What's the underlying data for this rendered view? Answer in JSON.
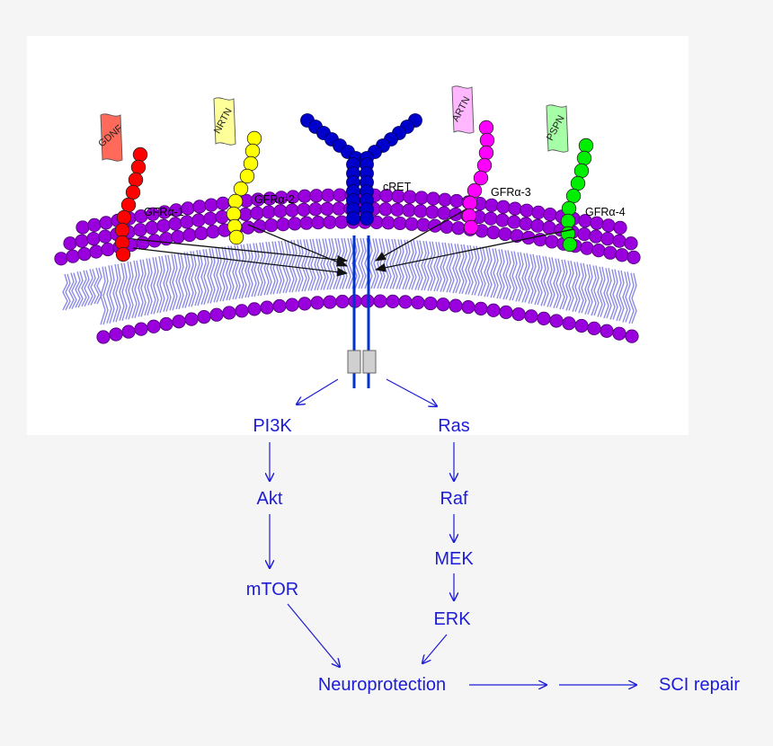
{
  "ligands": [
    {
      "name": "GDNF",
      "color": "#ff6a5a",
      "receptor": "GFRα-1",
      "bead_color": "#ff0000"
    },
    {
      "name": "NRTN",
      "color": "#ffff99",
      "receptor": "GFRα-2",
      "bead_color": "#ffff00"
    },
    {
      "name": "ARTN",
      "color": "#ffb7ff",
      "receptor": "GFRα-3",
      "bead_color": "#ff00ff"
    },
    {
      "name": "PSPN",
      "color": "#a6ffa6",
      "receptor": "GFRα-4",
      "bead_color": "#00ee00"
    }
  ],
  "cret": {
    "label": "cRET",
    "color": "#0000cc"
  },
  "membrane": {
    "head_color": "#9900dd",
    "tail_color": "#8c8ce6"
  },
  "pathway": {
    "left": [
      "PI3K",
      "Akt",
      "mTOR"
    ],
    "right": [
      "Ras",
      "Raf",
      "MEK",
      "ERK"
    ],
    "outcome": "Neuroprotection",
    "final": "SCI repair",
    "color": "#1c1cd6"
  }
}
